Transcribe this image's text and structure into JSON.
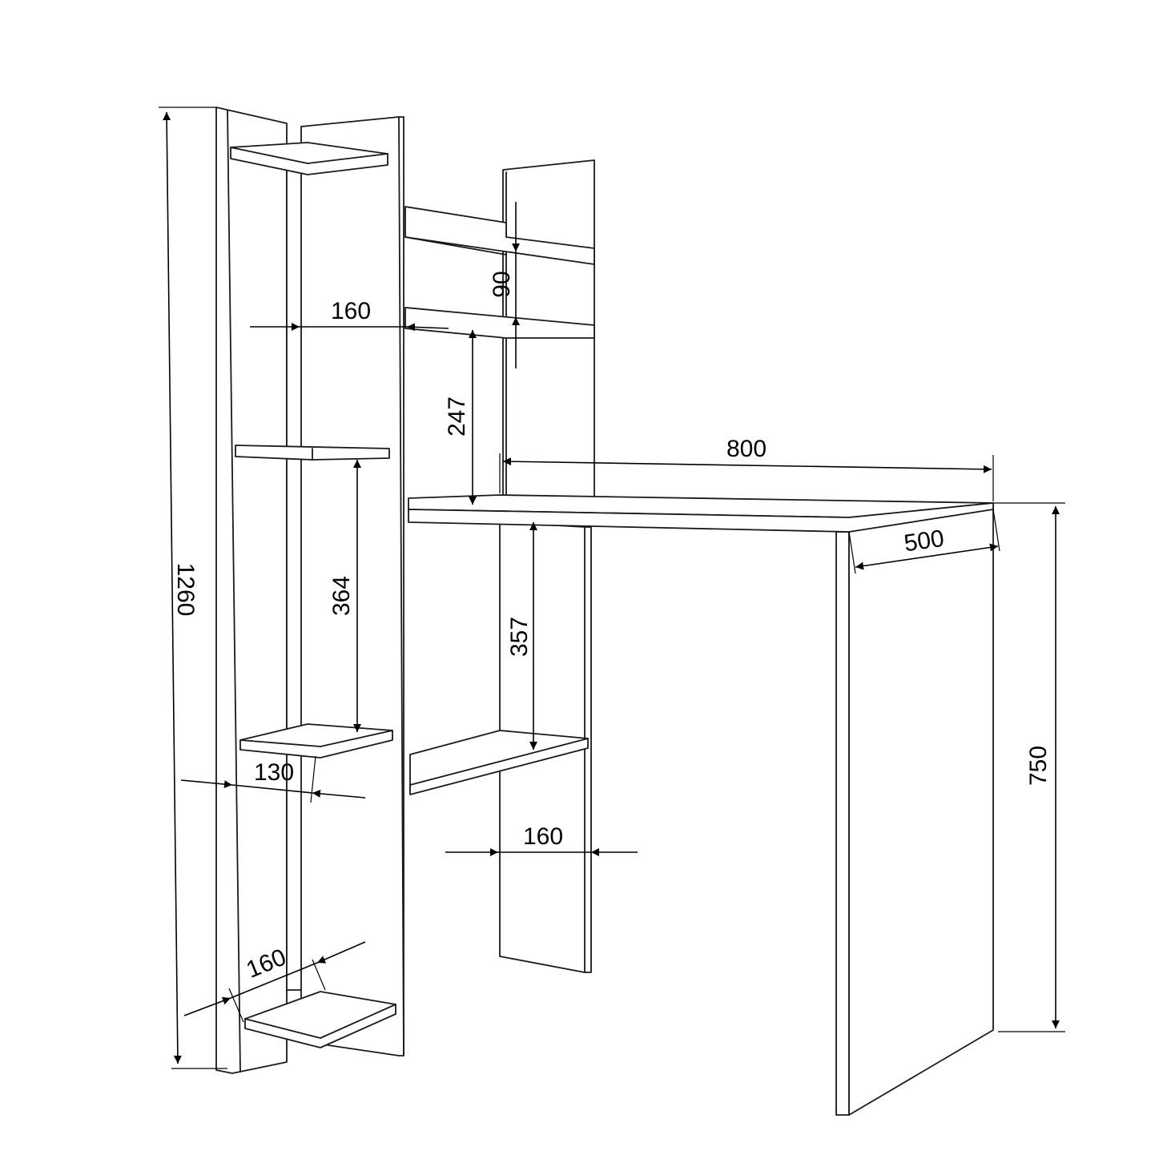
{
  "dimensions": {
    "total_height": "1260",
    "top_shelf_gap": "90",
    "upper_shelf_width": "160",
    "upper_compartment_height": "247",
    "desk_width": "800",
    "desk_depth": "500",
    "desk_height": "750",
    "middle_shelf_spacing": "364",
    "under_desk_shelf_height": "357",
    "side_shelf_depth": "130",
    "leg_panel_width": "160",
    "bottom_shelf_depth": "160"
  },
  "colors": {
    "line": "#1a1a1a",
    "background": "#ffffff"
  }
}
